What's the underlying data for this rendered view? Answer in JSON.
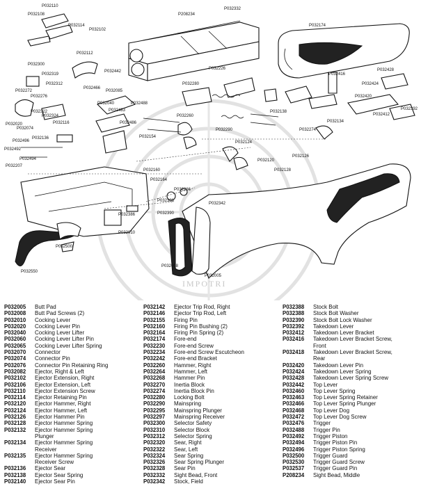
{
  "diagram": {
    "watermark": "IMPOTRI",
    "callouts": [
      {
        "label": "P032110"
      },
      {
        "label": "P032108"
      },
      {
        "label": "P032114"
      },
      {
        "label": "P032102"
      },
      {
        "label": "P032112"
      },
      {
        "label": "P032300"
      },
      {
        "label": "P032319"
      },
      {
        "label": "P032312"
      },
      {
        "label": "P032272"
      },
      {
        "label": "P032276"
      },
      {
        "label": "P032322"
      },
      {
        "label": "P032324"
      },
      {
        "label": "P032020"
      },
      {
        "label": "P032074"
      },
      {
        "label": "P032116"
      },
      {
        "label": "P032136"
      },
      {
        "label": "P032496"
      },
      {
        "label": "P032492"
      },
      {
        "label": "P032494"
      },
      {
        "label": "P032207"
      },
      {
        "label": "P208234"
      },
      {
        "label": "P032332"
      },
      {
        "label": "P032174"
      },
      {
        "label": "P032442"
      },
      {
        "label": "P032466"
      },
      {
        "label": "P032085"
      },
      {
        "label": "P032040"
      },
      {
        "label": "P032483"
      },
      {
        "label": "P032488"
      },
      {
        "label": "P032486"
      },
      {
        "label": "P032280"
      },
      {
        "label": "P032260"
      },
      {
        "label": "P032416"
      },
      {
        "label": "P032428"
      },
      {
        "label": "P032424"
      },
      {
        "label": "P032420"
      },
      {
        "label": "P032412"
      },
      {
        "label": "P032392"
      },
      {
        "label": "P032134"
      },
      {
        "label": "P032274"
      },
      {
        "label": "P032126"
      },
      {
        "label": "P032128"
      },
      {
        "label": "P032120"
      },
      {
        "label": "P032124"
      },
      {
        "label": "P032138"
      },
      {
        "label": "P032226"
      },
      {
        "label": "P032290"
      },
      {
        "label": "P032160"
      },
      {
        "label": "P032164"
      },
      {
        "label": "P032388"
      },
      {
        "label": "P032390"
      },
      {
        "label": "P032386"
      },
      {
        "label": "P032342"
      },
      {
        "label": "P032010"
      },
      {
        "label": "P032500"
      },
      {
        "label": "P032550"
      },
      {
        "label": "P032008"
      },
      {
        "label": "P032005"
      },
      {
        "label": "P032266"
      },
      {
        "label": "P032154"
      }
    ]
  },
  "legend": {
    "columns": [
      [
        {
          "code": "P032005",
          "desc": "Butt Pad"
        },
        {
          "code": "P032008",
          "desc": "Butt Pad Screws (2)"
        },
        {
          "code": "P032010",
          "desc": "Cocking Lever"
        },
        {
          "code": "P032020",
          "desc": "Cocking Lever Pin"
        },
        {
          "code": "P032040",
          "desc": "Cocking Lever Lifter"
        },
        {
          "code": "P032060",
          "desc": "Cocking Lever Lifter Pin"
        },
        {
          "code": "P032065",
          "desc": "Cocking Lever Lifter Spring"
        },
        {
          "code": "P032070",
          "desc": "Connector"
        },
        {
          "code": "P032074",
          "desc": "Connector Pin"
        },
        {
          "code": "P032076",
          "desc": "Connector Pin Retaining Ring"
        },
        {
          "code": "P032082",
          "desc": "Ejector, Right & Left"
        },
        {
          "code": "P032102",
          "desc": "Ejector Extension, Right"
        },
        {
          "code": "P032106",
          "desc": "Ejector Extension, Left"
        },
        {
          "code": "P032110",
          "desc": "Ejector Extension Screw"
        },
        {
          "code": "P032114",
          "desc": "Ejector Retaining Pin"
        },
        {
          "code": "P032120",
          "desc": "Ejector Hammer, Right"
        },
        {
          "code": "P032124",
          "desc": "Ejector Hammer, Left"
        },
        {
          "code": "P032126",
          "desc": "Ejector Hammer Pin"
        },
        {
          "code": "P032128",
          "desc": "Ejector Hammer Spring"
        },
        {
          "code": "P032132",
          "desc": "Ejector Hammer Spring"
        },
        {
          "code": "",
          "desc": "Plunger"
        },
        {
          "code": "P032134",
          "desc": "Ejector Hammer Spring"
        },
        {
          "code": "",
          "desc": "Receiver"
        },
        {
          "code": "P032135",
          "desc": "Ejector Hammer Spring"
        },
        {
          "code": "",
          "desc": "Receiver Screw"
        },
        {
          "code": "P032136",
          "desc": "Ejector Sear"
        },
        {
          "code": "P032138",
          "desc": "Ejector Sear Spring"
        },
        {
          "code": "P032140",
          "desc": "Ejector Sear Pin"
        }
      ],
      [
        {
          "code": "P032142",
          "desc": "Ejector Trip Rod, Right"
        },
        {
          "code": "P032146",
          "desc": "Ejector Trip Rod, Left"
        },
        {
          "code": "P032155",
          "desc": "Firing Pin"
        },
        {
          "code": "P032160",
          "desc": "Firing Pin Bushing (2)"
        },
        {
          "code": "P032164",
          "desc": "Firing Pin Spring (2)"
        },
        {
          "code": "P032174",
          "desc": "Fore-end"
        },
        {
          "code": "P032230",
          "desc": "Fore-end Screw"
        },
        {
          "code": "P032234",
          "desc": "Fore-end Screw Escutcheon"
        },
        {
          "code": "P032242",
          "desc": "Fore-end Bracket"
        },
        {
          "code": "P032260",
          "desc": "Hammer, Right"
        },
        {
          "code": "P032264",
          "desc": "Hammer, Left"
        },
        {
          "code": "P032268",
          "desc": "Hammer Pin"
        },
        {
          "code": "P032270",
          "desc": "Inertia Block"
        },
        {
          "code": "P032274",
          "desc": "Inertia Block Pin"
        },
        {
          "code": "P032280",
          "desc": "Locking Bolt"
        },
        {
          "code": "P032290",
          "desc": "Mainspring"
        },
        {
          "code": "P032295",
          "desc": "Mainspring Plunger"
        },
        {
          "code": "P032297",
          "desc": "Mainspring Receiver"
        },
        {
          "code": "P032300",
          "desc": "Selector Safety"
        },
        {
          "code": "P032310",
          "desc": "Selector Block"
        },
        {
          "code": "P032312",
          "desc": "Selector Spring"
        },
        {
          "code": "P032320",
          "desc": "Sear, Right"
        },
        {
          "code": "P032322",
          "desc": "Sear, Left"
        },
        {
          "code": "P032324",
          "desc": "Sear Spring"
        },
        {
          "code": "P032326",
          "desc": "Sear Spring Plunger"
        },
        {
          "code": "P032328",
          "desc": "Sear Pin"
        },
        {
          "code": "P032332",
          "desc": "Sight Bead, Front"
        },
        {
          "code": "P032342",
          "desc": "Stock, Field"
        }
      ],
      [
        {
          "code": "P032388",
          "desc": "Stock Bolt"
        },
        {
          "code": "P032388",
          "desc": "Stock Bolt Washer"
        },
        {
          "code": "P032390",
          "desc": "Stock Bolt Lock Washer"
        },
        {
          "code": "P032392",
          "desc": "Takedown Lever"
        },
        {
          "code": "P032412",
          "desc": "Takedown Lever Bracket"
        },
        {
          "code": "P032416",
          "desc": "Takedown Lever Bracket Screw,"
        },
        {
          "code": "",
          "desc": "Front"
        },
        {
          "code": "P032418",
          "desc": "Takedown Lever Bracket Screw,"
        },
        {
          "code": "",
          "desc": "Rear"
        },
        {
          "code": "P032420",
          "desc": "Takedown Lever Pin"
        },
        {
          "code": "P032424",
          "desc": "Takedown Lever Spring"
        },
        {
          "code": "P032428",
          "desc": "Takedown Lever Spring Screw"
        },
        {
          "code": "P032442",
          "desc": "Top Lever"
        },
        {
          "code": "P032460",
          "desc": "Top Lever Spring"
        },
        {
          "code": "P032463",
          "desc": "Top Lever Spring Retainer"
        },
        {
          "code": "P032466",
          "desc": "Top Lever Spring Plunger"
        },
        {
          "code": "P032468",
          "desc": "Top Lever Dog"
        },
        {
          "code": "P032472",
          "desc": "Top Lever Dog Screw"
        },
        {
          "code": "P032476",
          "desc": "Trigger"
        },
        {
          "code": "P032488",
          "desc": "Trigger Pin"
        },
        {
          "code": "P032492",
          "desc": "Trigger Piston"
        },
        {
          "code": "P032494",
          "desc": "Trigger Piston Pin"
        },
        {
          "code": "P032496",
          "desc": "Trigger Piston Spring"
        },
        {
          "code": "P032500",
          "desc": "Trigger Guard"
        },
        {
          "code": "P032530",
          "desc": "Trigger Guard Screw"
        },
        {
          "code": "P032537",
          "desc": "Trigger Guard Pin"
        },
        {
          "code": "P208234",
          "desc": "Sight Bead, Middle"
        }
      ]
    ]
  }
}
